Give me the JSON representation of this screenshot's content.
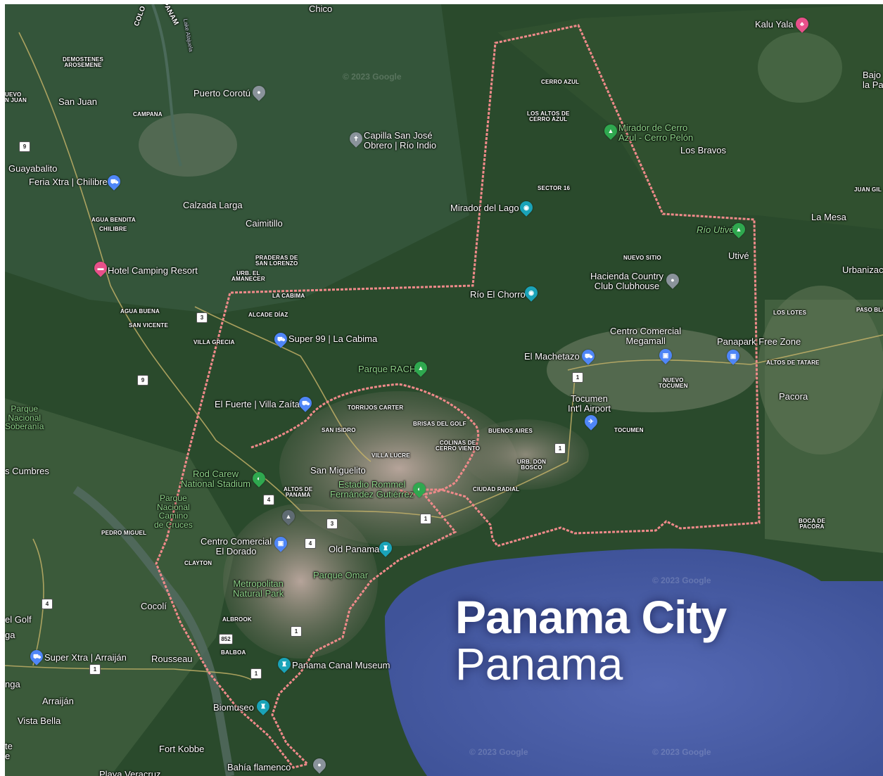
{
  "title": {
    "city": "Panama City",
    "country": "Panama"
  },
  "colors": {
    "forest": "#27452a",
    "water": "#4a5fa8",
    "boundary": "#f08a8a",
    "urban": "#b09a8c"
  },
  "watermark": "© 2023 Google",
  "places": [
    {
      "id": "chico",
      "text": "Chico"
    },
    {
      "id": "kalu-yala",
      "text": "Kalu Yala"
    },
    {
      "id": "bajo-la-pa",
      "text": "Bajo\nla Pa"
    },
    {
      "id": "demostenes",
      "text": "DEMOSTENES\nAROSEMENE"
    },
    {
      "id": "nuevo-san-juan",
      "text": "UEVO\nN JUAN"
    },
    {
      "id": "san-juan",
      "text": "San Juan"
    },
    {
      "id": "campana",
      "text": "CAMPANA"
    },
    {
      "id": "puerto-corotu",
      "text": "Puerto Corotú"
    },
    {
      "id": "cerro-azul",
      "text": "CERRO AZUL"
    },
    {
      "id": "los-altos",
      "text": "LOS ALTOS DE\nCERRO AZUL"
    },
    {
      "id": "mirador-cerro-azul",
      "text": "Mirador de Cerro\nAzul - Cerro Pelón"
    },
    {
      "id": "los-bravos",
      "text": "Los Bravos"
    },
    {
      "id": "capilla",
      "text": "Capilla San José\nObrero | Río Indio"
    },
    {
      "id": "guayabalito",
      "text": "Guayabalito"
    },
    {
      "id": "feria-xtra",
      "text": "Feria Xtra | Chilibre"
    },
    {
      "id": "sector16",
      "text": "SECTOR 16"
    },
    {
      "id": "juan-gil",
      "text": "JUAN GIL"
    },
    {
      "id": "calzada-larga",
      "text": "Calzada Larga"
    },
    {
      "id": "mirador-lago",
      "text": "Mirador del Lago"
    },
    {
      "id": "la-mesa",
      "text": "La Mesa"
    },
    {
      "id": "agua-bendita",
      "text": "AGUA BENDITA"
    },
    {
      "id": "chilibre",
      "text": "CHILIBRE"
    },
    {
      "id": "caimitillo",
      "text": "Caimitillo"
    },
    {
      "id": "rio-utive",
      "text": "Río Utivé"
    },
    {
      "id": "praderas",
      "text": "PRADERAS DE\nSAN LORENZO"
    },
    {
      "id": "nuevo-sitio",
      "text": "NUEVO SITIO"
    },
    {
      "id": "utive",
      "text": "Utivé"
    },
    {
      "id": "hotel-camping",
      "text": "Hotel Camping Resort"
    },
    {
      "id": "urbanizac",
      "text": "Urbanizac"
    },
    {
      "id": "urb-amanecer",
      "text": "URB. EL\nAMANECER"
    },
    {
      "id": "hacienda",
      "text": "Hacienda Country\nClub Clubhouse"
    },
    {
      "id": "rio-chorro",
      "text": "Río El Chorro"
    },
    {
      "id": "la-cabima",
      "text": "LA CABIMA"
    },
    {
      "id": "agua-buena",
      "text": "AGUA BUENA"
    },
    {
      "id": "alcade-diaz",
      "text": "ALCADE DÍAZ"
    },
    {
      "id": "los-lotes",
      "text": "LOS LOTES"
    },
    {
      "id": "paso-bla",
      "text": "PASO BLA"
    },
    {
      "id": "san-vicente",
      "text": "SAN VICENTE"
    },
    {
      "id": "centro-megamall",
      "text": "Centro Comercial\nMegamall"
    },
    {
      "id": "villa-grecia",
      "text": "VILLA GRECIA"
    },
    {
      "id": "super99",
      "text": "Super 99 | La Cabima"
    },
    {
      "id": "panapark",
      "text": "Panapark Free Zone"
    },
    {
      "id": "el-machetazo",
      "text": "El Machetazo"
    },
    {
      "id": "altos-tatare",
      "text": "ALTOS DE TATARE"
    },
    {
      "id": "parque-rach",
      "text": "Parque RACH"
    },
    {
      "id": "nuevo-tocumen",
      "text": "NUEVO\nTOCUMEN"
    },
    {
      "id": "tocumen-airport",
      "text": "Tocumen\nInt'l Airport"
    },
    {
      "id": "pacora",
      "text": "Pacora"
    },
    {
      "id": "el-fuerte",
      "text": "El Fuerte | Villa Zaíta"
    },
    {
      "id": "torrijos",
      "text": "TORRIJOS CARTER"
    },
    {
      "id": "parque-soberania",
      "text": "Parque\nNacional\nSoberanía"
    },
    {
      "id": "brisas",
      "text": "BRISAS DEL GOLF"
    },
    {
      "id": "san-isidro",
      "text": "SAN ISIDRO"
    },
    {
      "id": "buenos-aires",
      "text": "BUENOS AIRES"
    },
    {
      "id": "tocumen",
      "text": "TOCUMEN"
    },
    {
      "id": "colinas",
      "text": "COLINAS DE\nCERRO VIENTO"
    },
    {
      "id": "villa-lucre",
      "text": "VILLA LUCRE"
    },
    {
      "id": "urb-don-bosco",
      "text": "URB. DON\nBOSCO"
    },
    {
      "id": "las-cumbres",
      "text": "s Cumbres"
    },
    {
      "id": "san-miguelito",
      "text": "San Miguelito"
    },
    {
      "id": "rod-carew",
      "text": "Rod Carew\nNational Stadium"
    },
    {
      "id": "estadio-rommel",
      "text": "Estadio Rommel\nFernández Gutiérrez"
    },
    {
      "id": "altos-panama",
      "text": "ALTOS DE\nPANAMÁ"
    },
    {
      "id": "ciudad-radial",
      "text": "CIUDAD RADIAL"
    },
    {
      "id": "camino-cruces",
      "text": "Parque\nNacional\nCamino\nde Cruces"
    },
    {
      "id": "boca-pacora",
      "text": "BOCA DE\nPACORA"
    },
    {
      "id": "pedro-miguel",
      "text": "PEDRO MIGUEL"
    },
    {
      "id": "centro-el-dorado",
      "text": "Centro Comercial\nEl Dorado"
    },
    {
      "id": "old-panama",
      "text": "Old Panama"
    },
    {
      "id": "clayton",
      "text": "CLAYTON"
    },
    {
      "id": "parque-omar",
      "text": "Parque Omar"
    },
    {
      "id": "metropolitan",
      "text": "Metropolitan\nNatural Park"
    },
    {
      "id": "cocoli",
      "text": "Cocolí"
    },
    {
      "id": "albrook",
      "text": "ALBROOK"
    },
    {
      "id": "el-golf",
      "text": "el Golf"
    },
    {
      "id": "ga",
      "text": "ga"
    },
    {
      "id": "balboa",
      "text": "BALBOA"
    },
    {
      "id": "super-xtra",
      "text": "Super Xtra | Arraiján"
    },
    {
      "id": "rousseau",
      "text": "Rousseau"
    },
    {
      "id": "canal-museum",
      "text": "Panama Canal Museum"
    },
    {
      "id": "nga",
      "text": "nga"
    },
    {
      "id": "arraijan",
      "text": "Arraiján"
    },
    {
      "id": "biomuseo",
      "text": "Biomuseo"
    },
    {
      "id": "vista-bella",
      "text": "Vista Bella"
    },
    {
      "id": "te",
      "text": "te\ne"
    },
    {
      "id": "fort-kobbe",
      "text": "Fort Kobbe"
    },
    {
      "id": "bahia-flamenco",
      "text": "Bahía flamenco"
    },
    {
      "id": "playa-veracruz",
      "text": "Playa Veracruz"
    },
    {
      "id": "colon",
      "text": "COLO"
    },
    {
      "id": "panama-road",
      "text": "PANAM"
    },
    {
      "id": "lake-alajuela",
      "text": "Lake Alajuela"
    }
  ],
  "route_shields": [
    "9",
    "3",
    "9",
    "1",
    "1",
    "4",
    "3",
    "4",
    "1",
    "852",
    "1",
    "1",
    "4",
    "1"
  ]
}
